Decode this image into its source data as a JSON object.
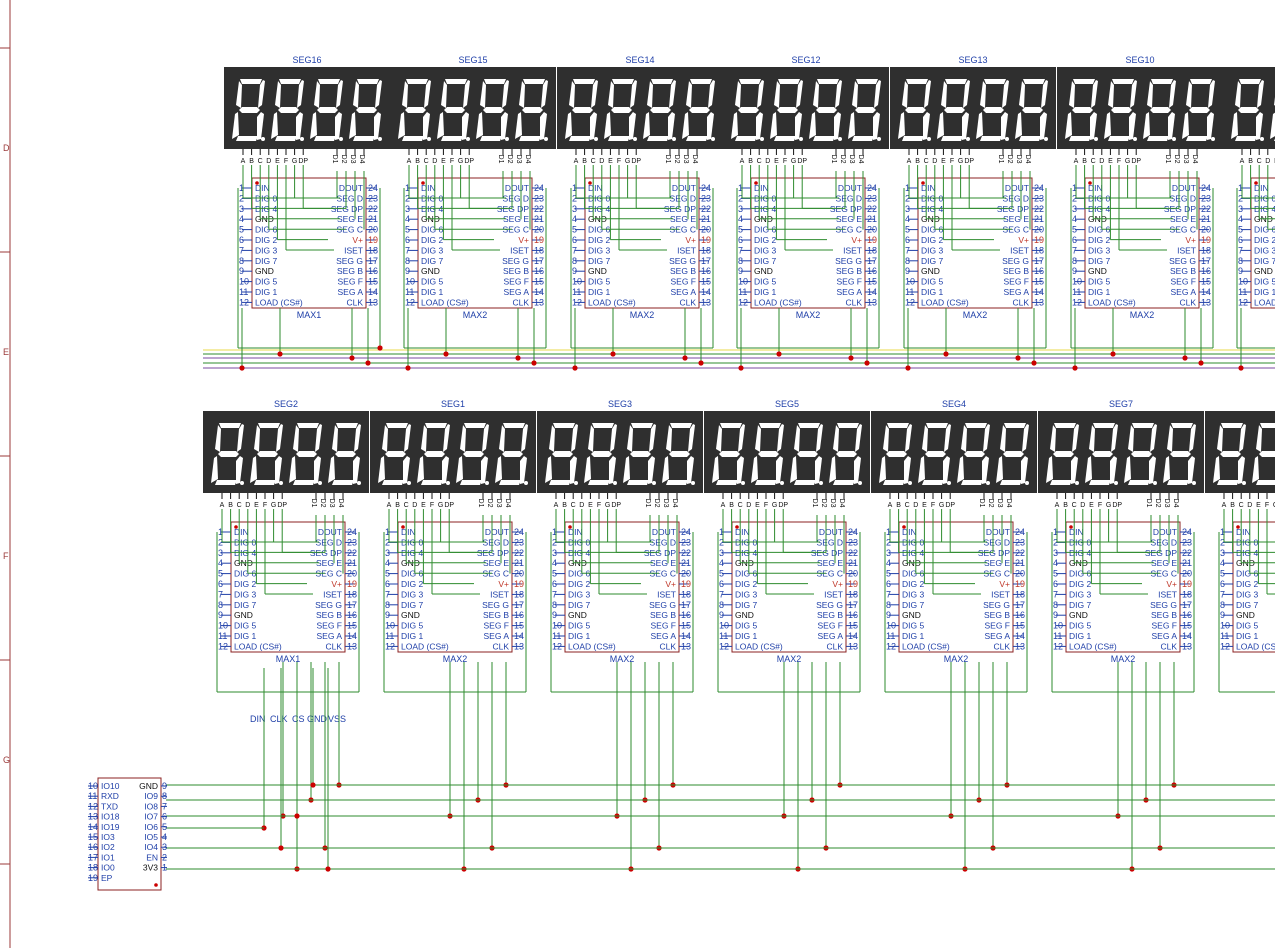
{
  "frame": {
    "row_labels": [
      "D",
      "E",
      "F",
      "G"
    ],
    "border_color": "#9b3a3a"
  },
  "colors": {
    "wire": "#2e8b2e",
    "junction": "#cc0000",
    "chip_outline": "#8b2020",
    "pin_text": "#1f3fa8",
    "display_body": "#2f2f2f",
    "segment": "#ffffff",
    "rail_yellow": "#e8d84a",
    "rail_purple": "#7a4aa0"
  },
  "display": {
    "pin_letters": [
      "A",
      "B",
      "C",
      "D",
      "E",
      "F",
      "G",
      "DP"
    ],
    "digit_pin_letters": [
      "D1",
      "D2",
      "D3",
      "D4"
    ]
  },
  "driver_chip": {
    "left_pins": [
      {
        "num": "1",
        "name": "DIN"
      },
      {
        "num": "2",
        "name": "DIG 0"
      },
      {
        "num": "3",
        "name": "DIG 4"
      },
      {
        "num": "4",
        "name": "GND"
      },
      {
        "num": "5",
        "name": "DIG 6"
      },
      {
        "num": "6",
        "name": "DIG 2"
      },
      {
        "num": "7",
        "name": "DIG 3"
      },
      {
        "num": "8",
        "name": "DIG 7"
      },
      {
        "num": "9",
        "name": "GND"
      },
      {
        "num": "10",
        "name": "DIG 5"
      },
      {
        "num": "11",
        "name": "DIG 1"
      },
      {
        "num": "12",
        "name": "LOAD (CS#)"
      }
    ],
    "right_pins": [
      {
        "num": "24",
        "name": "DOUT"
      },
      {
        "num": "23",
        "name": "SEG D"
      },
      {
        "num": "22",
        "name": "SEG DP"
      },
      {
        "num": "21",
        "name": "SEG E"
      },
      {
        "num": "20",
        "name": "SEG C"
      },
      {
        "num": "19",
        "name": "V+"
      },
      {
        "num": "18",
        "name": "ISET"
      },
      {
        "num": "17",
        "name": "SEG G"
      },
      {
        "num": "16",
        "name": "SEG B"
      },
      {
        "num": "15",
        "name": "SEG F"
      },
      {
        "num": "14",
        "name": "SEG A"
      },
      {
        "num": "13",
        "name": "CLK"
      }
    ]
  },
  "top_row": {
    "modules": [
      {
        "display": "SEG16",
        "chip": "MAX1"
      },
      {
        "display": "SEG15",
        "chip": "MAX2"
      },
      {
        "display": "SEG14",
        "chip": "MAX2"
      },
      {
        "display": "SEG12",
        "chip": "MAX2"
      },
      {
        "display": "SEG13",
        "chip": "MAX2"
      },
      {
        "display": "SEG10",
        "chip": "MAX2"
      },
      {
        "display": "",
        "chip": ""
      }
    ]
  },
  "bottom_row": {
    "modules": [
      {
        "display": "SEG2",
        "chip": "MAX1"
      },
      {
        "display": "SEG1",
        "chip": "MAX2"
      },
      {
        "display": "SEG3",
        "chip": "MAX2"
      },
      {
        "display": "SEG5",
        "chip": "MAX2"
      },
      {
        "display": "SEG4",
        "chip": "MAX2"
      },
      {
        "display": "SEG7",
        "chip": "MAX2"
      },
      {
        "display": "",
        "chip": ""
      }
    ]
  },
  "bus_labels": [
    "DIN",
    "CLK",
    "CS",
    "GND",
    "VSS"
  ],
  "mcu": {
    "left_pins": [
      {
        "num": "10",
        "name": "IO10"
      },
      {
        "num": "11",
        "name": "RXD"
      },
      {
        "num": "12",
        "name": "TXD"
      },
      {
        "num": "13",
        "name": "IO18"
      },
      {
        "num": "14",
        "name": "IO19"
      },
      {
        "num": "15",
        "name": "IO3"
      },
      {
        "num": "16",
        "name": "IO2"
      },
      {
        "num": "17",
        "name": "IO1"
      },
      {
        "num": "18",
        "name": "IO0"
      },
      {
        "num": "19",
        "name": "EP"
      }
    ],
    "right_pins": [
      {
        "num": "9",
        "name": "GND"
      },
      {
        "num": "8",
        "name": "IO9"
      },
      {
        "num": "7",
        "name": "IO8"
      },
      {
        "num": "6",
        "name": "IO7"
      },
      {
        "num": "5",
        "name": "IO6"
      },
      {
        "num": "4",
        "name": "IO5"
      },
      {
        "num": "3",
        "name": "IO4"
      },
      {
        "num": "2",
        "name": "EN"
      },
      {
        "num": "1",
        "name": "3V3"
      }
    ]
  }
}
